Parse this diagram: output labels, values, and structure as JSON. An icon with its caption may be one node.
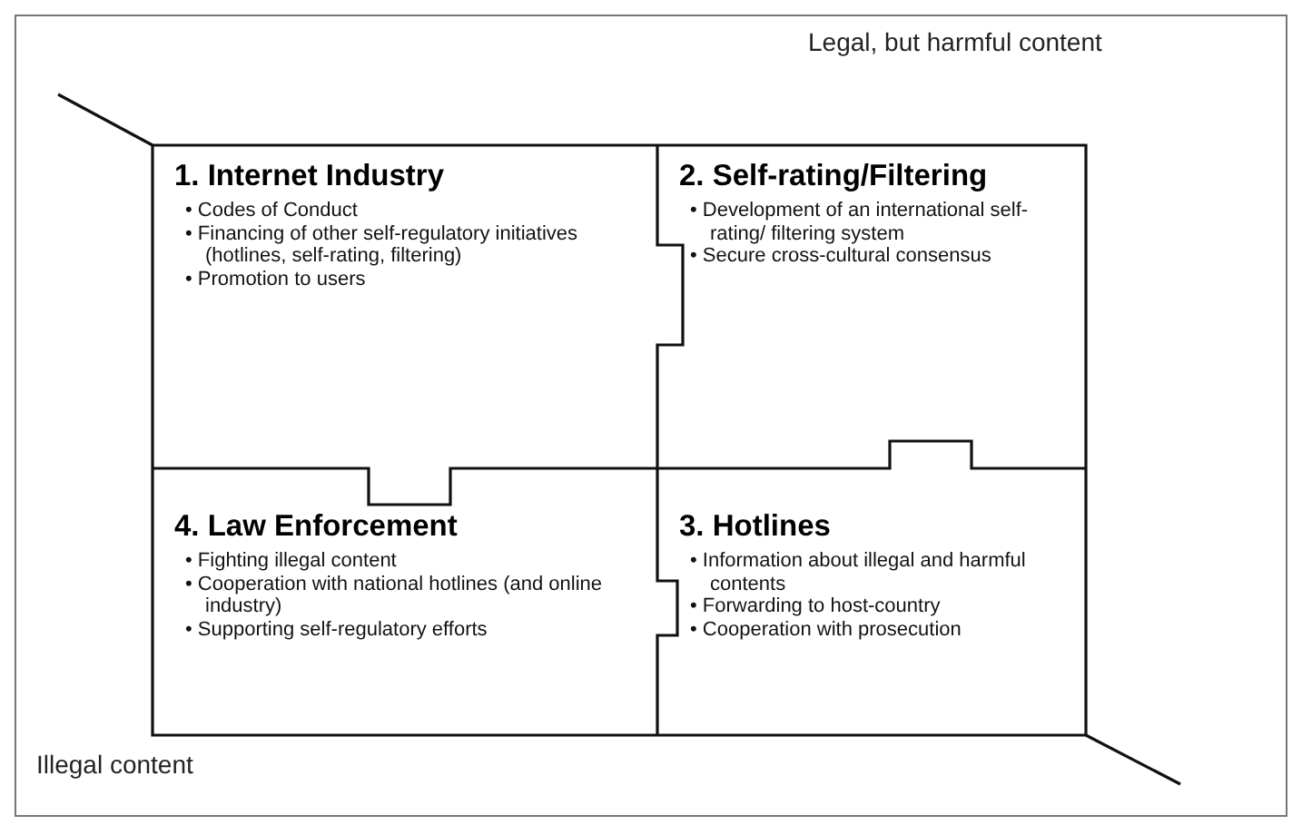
{
  "diagram": {
    "nodes": [
      {
        "text": [
          "1. Internet Industry",
          "• Codes of Conduct",
          "• Financing of other self-regulatory initiatives (hotlines, self-rating, filtering)",
          "• Promotion to users"
        ]
      },
      {
        "text": [
          "2. Self-rating/Filtering",
          "• Development of an international self-rating/ filtering system",
          "• Secure cross-cultural consensus"
        ]
      },
      {
        "text": [
          "4. Law Enforcement",
          "• Fighting illegal content",
          "• Cooperation with national hotlines (and online industry)",
          "• Supporting self-regulatory efforts"
        ]
      },
      {
        "text": [
          "3. Hotlines",
          "• Information about illegal and harmful contents",
          "• Forwarding to host-country",
          "• Cooperation with prosecution"
        ]
      }
    ],
    "edges": [],
    "labels": [
      "Legal, but harmful content",
      "Illegal content"
    ]
  }
}
